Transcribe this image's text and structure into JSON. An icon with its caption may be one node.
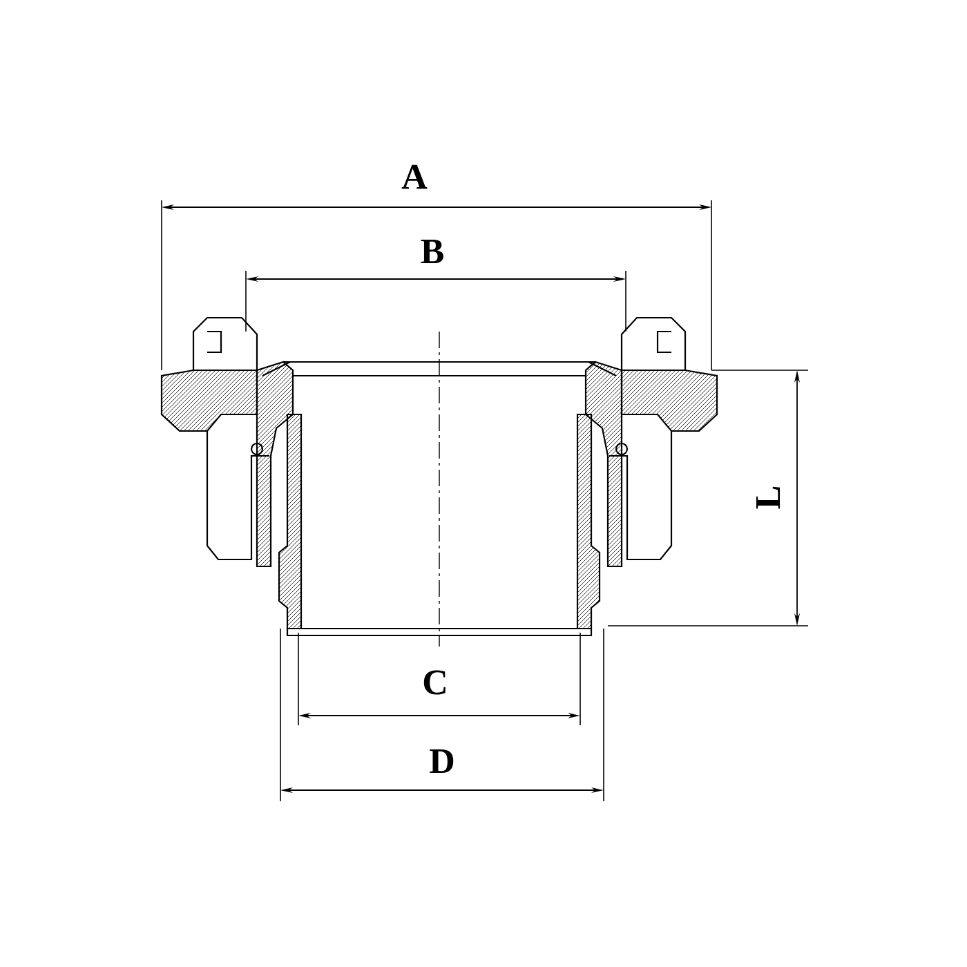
{
  "diagram": {
    "labels": [
      "A",
      "B",
      "L",
      "C",
      "D"
    ]
  }
}
